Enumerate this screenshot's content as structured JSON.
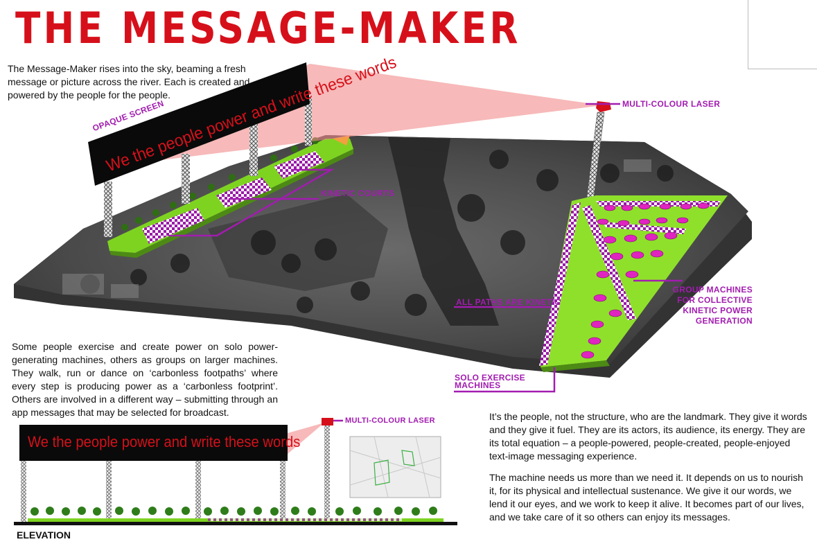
{
  "title": "THE MESSAGE-MAKER",
  "intro": "The Message-Maker rises into the sky, beaming a fresh message or picture across the river. Each is created and powered by the people for the people.",
  "screen_message": "We the people power and write these words",
  "elevation_message": "We the people power and write these words",
  "labels": {
    "opaque_screen": "OPAQUE SCREEN",
    "laser_top": "MULTI-COLOUR LASER",
    "kinetic_courts": "KINETIC COURTS",
    "all_paths": "ALL PATHS ARE KINETIC",
    "group_machines": "GROUP MACHINES FOR COLLECTIVE KINETIC POWER GENERATION",
    "group_machines_lines": [
      "GROUP MACHINES",
      "FOR COLLECTIVE",
      "KINETIC POWER",
      "GENERATION"
    ],
    "solo_machines_lines": [
      "SOLO EXERCISE",
      "MACHINES"
    ],
    "laser_elevation": "MULTI-COLOUR LASER",
    "elevation": "ELEVATION"
  },
  "body_left": "Some people exercise and create power on solo power-generating machines, others as groups on larger machines. They walk, run or dance on ‘carbonless footpaths’ where every step is producing power as a ‘carbonless footprint’. Others are involved in a different way – submitting through an app messages that may be selected for broadcast.",
  "body_right_1": "It’s the people, not the structure, who are the landmark. They give it words and they give it fuel. They are its actors, its audience, its energy. They are its total equation – a people-powered, people-created, people-enjoyed text-image messaging experience.",
  "body_right_2": "The machine needs us more than we need it. It depends on us to nourish it, for its physical and intellectual sustenance. We give it our words, we lend it our eyes, and we work to keep it alive. It becomes part of our lives, and we take care of it so others can enjoy its messages.",
  "colors": {
    "title_red": "#d6101a",
    "label_purple": "#a21cb0",
    "grass_green": "#7ed321",
    "laser_beam": "#f28a8a",
    "screen_black": "#0a0a0a"
  }
}
